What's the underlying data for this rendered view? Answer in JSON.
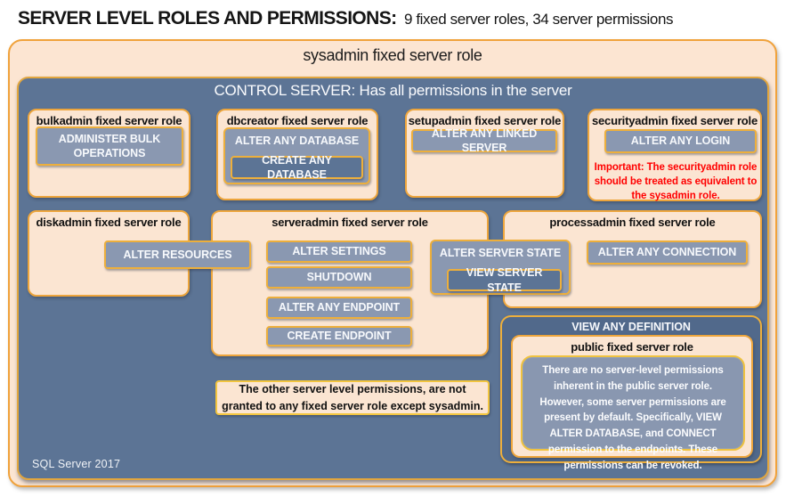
{
  "header": {
    "title": "SERVER LEVEL ROLES AND PERMISSIONS:",
    "subtitle": "9 fixed server roles, 34 server permissions"
  },
  "sysadmin": {
    "title": "sysadmin fixed server role",
    "control_server": "CONTROL SERVER: Has all permissions in the server",
    "footer": "SQL Server 2017"
  },
  "roles": {
    "bulkadmin": {
      "title": "bulkadmin fixed server role",
      "permission": "ADMINISTER BULK OPERATIONS"
    },
    "dbcreator": {
      "title": "dbcreator fixed server role",
      "outer_permission": "ALTER ANY DATABASE",
      "inner_permission": "CREATE ANY DATABASE"
    },
    "setupadmin": {
      "title": "setupadmin fixed server role",
      "permission": "ALTER ANY LINKED SERVER"
    },
    "securityadmin": {
      "title": "securityadmin fixed server role",
      "permission": "ALTER ANY LOGIN",
      "warning": "Important: The securityadmin role should be treated as equivalent to the sysadmin role."
    },
    "diskadmin": {
      "title": "diskadmin fixed server role",
      "permission": "ALTER RESOURCES"
    },
    "serveradmin": {
      "title": "serveradmin fixed server role",
      "permissions": [
        "ALTER SETTINGS",
        "SHUTDOWN",
        "ALTER ANY ENDPOINT",
        "CREATE ENDPOINT"
      ]
    },
    "processadmin": {
      "title": "processadmin fixed server role",
      "outer_permission": "ALTER SERVER STATE",
      "inner_permission": "VIEW SERVER STATE",
      "permission": "ALTER ANY CONNECTION"
    },
    "public": {
      "container_permission": "VIEW ANY DEFINITION",
      "title": "public fixed server role",
      "note": "There are no server-level permissions inherent in the public server role. However, some server permissions are present by default. Specifically, VIEW ALTER DATABASE, and CONNECT permission to the endpoints. These permissions can be revoked."
    }
  },
  "notes": {
    "other_permissions": "The other server level permissions, are not granted to any fixed server role except sysadmin."
  },
  "colors": {
    "peach_fill": "#FBE5D2",
    "outer_border_orange": "#F0A23C",
    "panel_blue": "#5C7495",
    "definition_panel_blue": "#51698B",
    "chip_gray": "#8A98B1",
    "chip_border_gold": "#EDAF3C",
    "warning_red": "#FF0000",
    "text_black": "#111111",
    "text_white": "#F7F9FC"
  }
}
